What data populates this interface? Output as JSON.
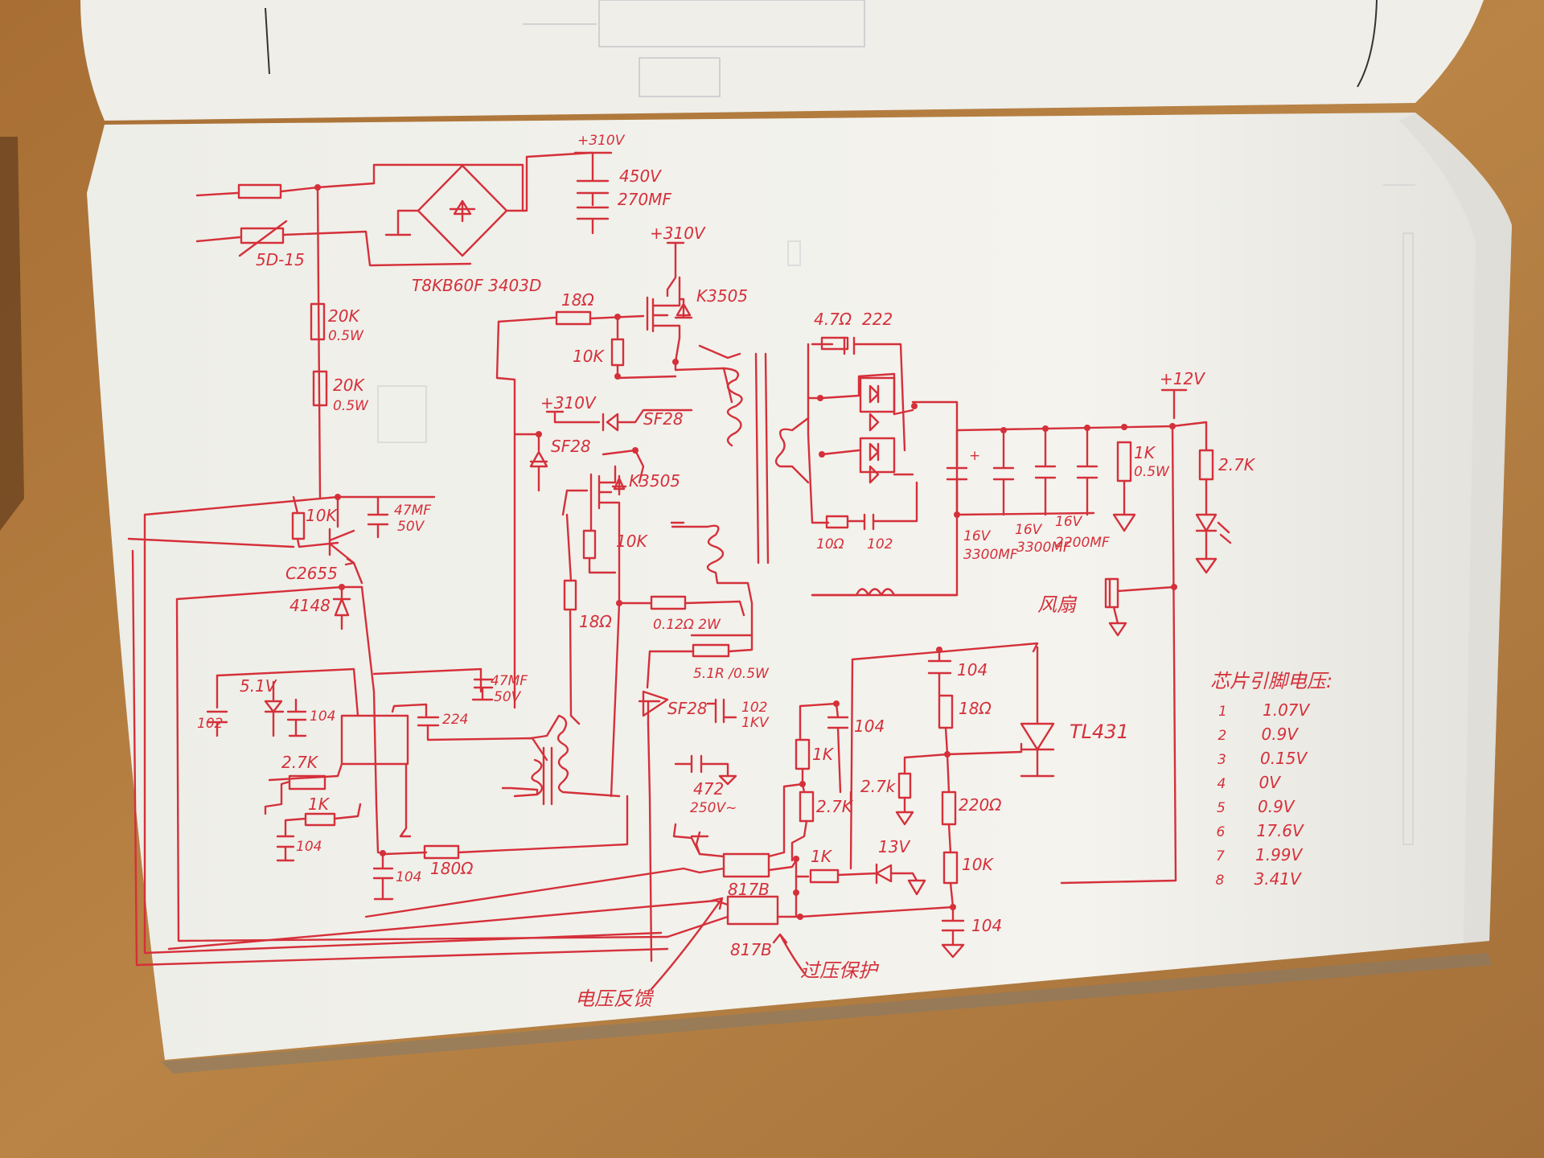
{
  "scene": {
    "colors": {
      "desk": "#b07b3e",
      "paper": "#f1f0ea",
      "paper_shadow": "#d9d8d1",
      "ink": "#d5303a",
      "pencil": "#8a8d96"
    }
  },
  "labels": {
    "v310_top": "+310V",
    "cap_main_v": "450V",
    "cap_main_c": "270MF",
    "ntc": "5D-15",
    "bridge": "T8KB60F  3403D",
    "v310_b": "+310V",
    "r18_top": "18Ω",
    "k3505_top": "K3505",
    "r10k_gate": "10K",
    "r20k_1": "20K",
    "r20k_1w": "0.5W",
    "r20k_2": "20K",
    "r20k_2w": "0.5W",
    "v310_c": "+310V",
    "sf28_a": "SF28",
    "sf28_b": "SF28",
    "k3505_low": "K3505",
    "r10k_low": "10K",
    "r18_low": "18Ω",
    "r012": "0.12Ω 2W",
    "r51": "5.1R /0.5W",
    "sf28_c": "SF28",
    "c102_a": "102",
    "c102_v": "1KV",
    "c472": "472",
    "c472_v": "250V~",
    "r10k_base": "10K",
    "c47_a": "47MF",
    "c47_a_v": "50V",
    "c2655": "C2655",
    "d4148": "4148",
    "z51": "5.1V",
    "c102_b": "102",
    "c104_a": "104",
    "c47_b": "47MF",
    "c47_b_v": "50V",
    "c224": "224",
    "r27k_a": "2.7K",
    "r1k_a": "1K",
    "c104_b": "104",
    "c104_c": "104",
    "r180": "180Ω",
    "r47": "4.7Ω",
    "c222": "222",
    "r10_snub": "10Ω",
    "c102_snub": "102",
    "c3300_1v": "16V",
    "c3300_1c": "3300MF",
    "c3300_2v": "16V",
    "c3300_2c": "3300MF",
    "c2200_v": "16V",
    "c2200_c": "2200MF",
    "v12": "+12V",
    "r1k_out": "1K",
    "r1k_out_w": "0.5W",
    "r27k_led": "2.7K",
    "fan": "风扇",
    "c104_d": "104",
    "r18_fb": "18Ω",
    "c104_e": "104",
    "tl431": "TL431",
    "r1k_fb": "1K",
    "r27k_fb": "2.7K",
    "r27k_fb2": "2.7k",
    "r220": "220Ω",
    "r10k_fb": "10K",
    "r1k_ovp": "1K",
    "z13v": "13V",
    "c104_f": "104",
    "opto_1": "817B",
    "opto_2": "817B",
    "feedback": "电压反馈",
    "ovp": "过压保护"
  },
  "pin_table": {
    "title": "芯片引脚电压:",
    "rows": [
      {
        "pin": "1",
        "volt": "1.07V"
      },
      {
        "pin": "2",
        "volt": "0.9V"
      },
      {
        "pin": "3",
        "volt": "0.15V"
      },
      {
        "pin": "4",
        "volt": "0V"
      },
      {
        "pin": "5",
        "volt": "0.9V"
      },
      {
        "pin": "6",
        "volt": "17.6V"
      },
      {
        "pin": "7",
        "volt": "1.99V"
      },
      {
        "pin": "8",
        "volt": "3.41V"
      }
    ]
  }
}
